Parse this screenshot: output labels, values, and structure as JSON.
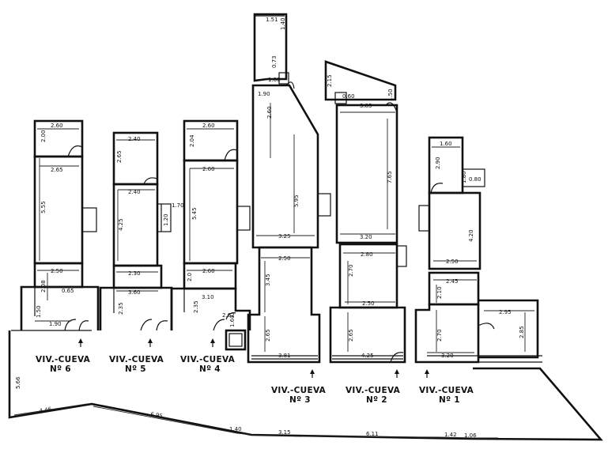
{
  "units": [
    {
      "label": "VIV.-CUEVA",
      "number": "Nº 6"
    },
    {
      "label": "VIV.-CUEVA",
      "number": "Nº 5"
    },
    {
      "label": "VIV.-CUEVA",
      "number": "Nº 4"
    },
    {
      "label": "VIV.-CUEVA",
      "number": "Nº 3"
    },
    {
      "label": "VIV.-CUEVA",
      "number": "Nº 2"
    },
    {
      "label": "VIV.-CUEVA",
      "number": "Nº 1"
    }
  ],
  "dimensions": {
    "u6": [
      "2.60",
      "2.00",
      "2.65",
      "5.55",
      "2.50",
      "2.08",
      "0.65",
      "1.50",
      "1.90"
    ],
    "u5": [
      "2.40",
      "2.65",
      "2.40",
      "4.25",
      "1.70",
      "1.20",
      "2.30",
      "3.60",
      "2.35"
    ],
    "u4": [
      "2.60",
      "2.04",
      "2.60",
      "5.45",
      "2.60",
      "2.0",
      "3.10",
      "2.35",
      "2.62",
      "1.60"
    ],
    "u3": [
      "1.51",
      "1.40",
      "0.73",
      "1.80",
      "1.90",
      "2.60",
      "5.95",
      "3.25",
      "2.50",
      "3.45",
      "2.65",
      "3.81"
    ],
    "u2": [
      "2.15",
      "0.60",
      "3.85",
      "1.50",
      "7.65",
      "3.20",
      "2.80",
      "2.70",
      "2.50",
      "2.65",
      "4.25"
    ],
    "u1": [
      "1.60",
      "2.90",
      "1.80",
      "0.80",
      "4.20",
      "2.50",
      "2.45",
      "2.10",
      "2.70",
      "3.20",
      "2.95",
      "2.85"
    ],
    "site": [
      "5.66",
      "4.46",
      "6.95",
      "1.40",
      "3.15",
      "6.11",
      "1.42",
      "1.06"
    ]
  }
}
